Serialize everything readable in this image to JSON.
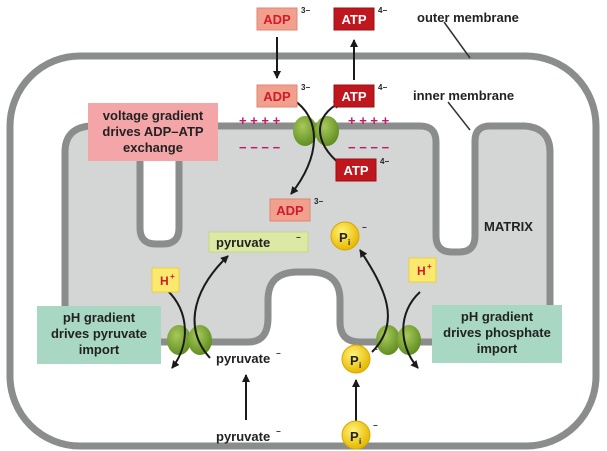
{
  "colors": {
    "outer_membrane": "#8a8d8c",
    "matrix_fill": "#d3d6d4",
    "adp_box": "#f2a08e",
    "adp_text": "#d21a2a",
    "atp_box": "#c0171f",
    "atp_text": "#ffffff",
    "transporter": "#77a22b",
    "charge": "#c2186b",
    "callout_pink": "#f4a5a7",
    "callout_green": "#a8d7c3",
    "pyruvate_box": "#dce9a4",
    "h_box": "#fbe96f",
    "phosphate": "#f5c800"
  },
  "labels": {
    "outer_membrane": "outer membrane",
    "inner_membrane": "inner membrane",
    "matrix": "MATRIX"
  },
  "molecules": {
    "adp": "ADP",
    "adp_charge": "3−",
    "atp": "ATP",
    "atp_charge": "4−",
    "pyruvate": "pyruvate",
    "pyruvate_charge": "−",
    "h": "H",
    "h_charge": "+",
    "p": "P",
    "p_sub": "i",
    "p_charge": "−",
    "plus_signs": "+ + + +",
    "minus_signs": "− − − −"
  },
  "callouts": {
    "voltage": [
      "voltage gradient",
      "drives ADP–ATP",
      "exchange"
    ],
    "pyruvate": [
      "pH gradient",
      "drives pyruvate",
      "import"
    ],
    "phosphate": [
      "pH gradient",
      "drives phosphate",
      "import"
    ]
  }
}
